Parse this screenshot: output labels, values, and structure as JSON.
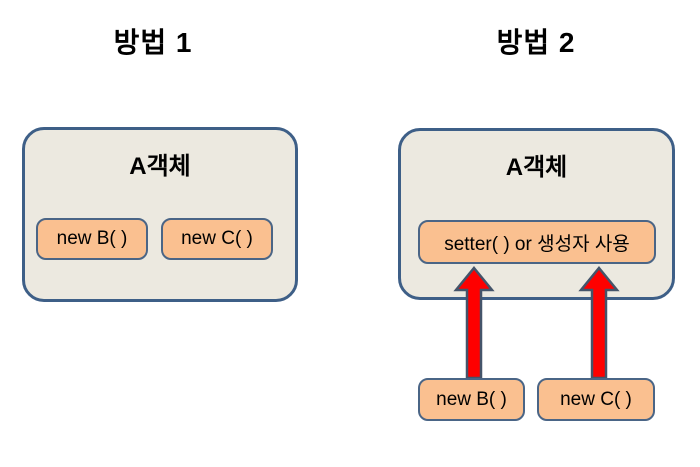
{
  "colors": {
    "background": "#ffffff",
    "container_fill": "#ECE9E0",
    "container_border": "#3E5F87",
    "box_fill": "#FAC090",
    "box_border": "#4A6586",
    "arrow_fill": "#FE0000",
    "arrow_border": "#44546A",
    "text": "#000000"
  },
  "method1": {
    "title": "방법 1",
    "object_label": "A객체",
    "boxes": [
      {
        "label": "new B( )"
      },
      {
        "label": "new C( )"
      }
    ]
  },
  "method2": {
    "title": "방법 2",
    "object_label": "A객체",
    "setter_box_label": "setter( ) or 생성자 사용",
    "source_boxes": [
      {
        "label": "new B( )"
      },
      {
        "label": "new C( )"
      }
    ]
  }
}
